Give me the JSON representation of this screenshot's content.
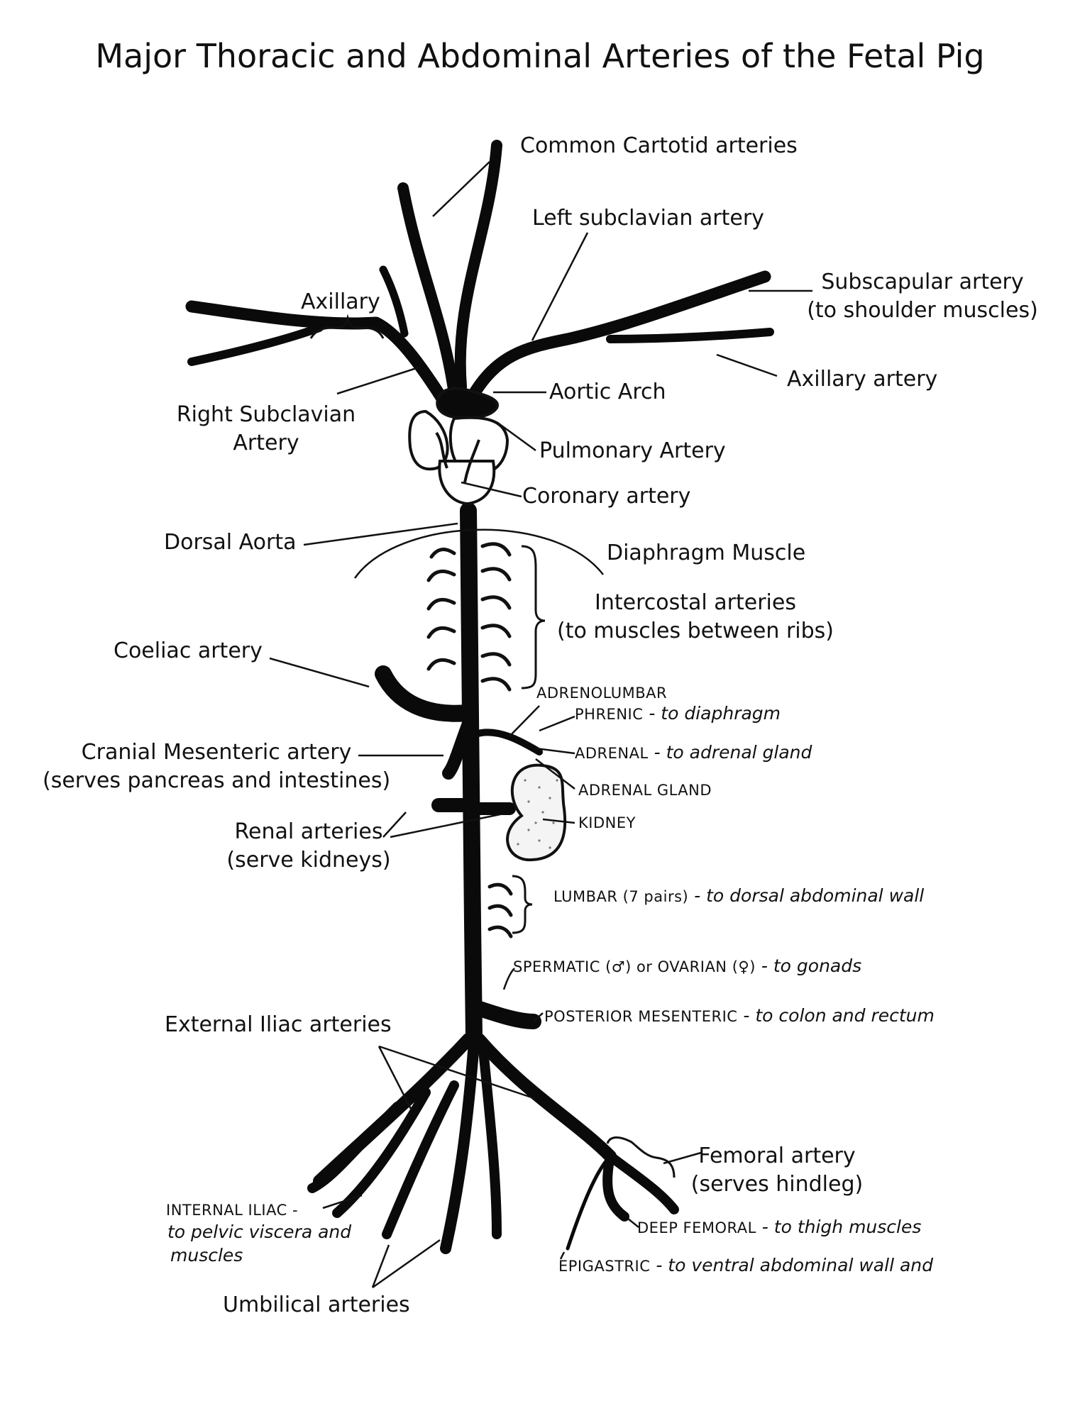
{
  "title": "Major Thoracic and Abdominal Arteries of the Fetal Pig",
  "labels": {
    "common_carotid": "Common Cartotid arteries",
    "left_subclavian": "Left subclavian artery",
    "subscapular_1": "Subscapular artery",
    "subscapular_2": "(to shoulder muscles)",
    "axillary": "Axillary",
    "axillary_artery": "Axillary artery",
    "aortic_arch": "Aortic Arch",
    "right_subclavian_1": "Right Subclavian",
    "right_subclavian_2": "Artery",
    "pulmonary": "Pulmonary Artery",
    "coronary": "Coronary artery",
    "dorsal_aorta": "Dorsal Aorta",
    "diaphragm": "Diaphragm Muscle",
    "intercostal_1": "Intercostal arteries",
    "intercostal_2": "(to muscles between ribs)",
    "coeliac": "Coeliac artery",
    "cranial_mesenteric_1": "Cranial Mesenteric artery",
    "cranial_mesenteric_2": "(serves pancreas and intestines)",
    "renal_1": "Renal arteries",
    "renal_2": "(serve kidneys)",
    "external_iliac": "External Iliac arteries",
    "femoral_1": "Femoral artery",
    "femoral_2": "(serves hindleg)",
    "umbilical": "Umbilical arteries"
  },
  "handwritten": {
    "adrenolumbar": "ADRENOLUMBAR",
    "phrenic": "PHRENIC",
    "phrenic_desc": " -  to diaphragm",
    "adrenal": "ADRENAL",
    "adrenal_desc": " - to adrenal gland",
    "adrenal_gland": "ADRENAL GLAND",
    "kidney": "KIDNEY",
    "lumbar": "LUMBAR (7 pairs)",
    "lumbar_desc": " -  to dorsal abdominal wall",
    "spermatic": "SPERMATIC (♂) or OVARIAN (♀)",
    "spermatic_desc": " - to gonads",
    "posterior_mesenteric": "POSTERIOR MESENTERIC",
    "posterior_mesenteric_desc": " -  to colon and rectum",
    "internal_iliac_1": "INTERNAL  ILIAC -",
    "internal_iliac_2": "to pelvic viscera and",
    "internal_iliac_3": "muscles",
    "deep_femoral": "DEEP FEMORAL",
    "deep_femoral_desc": " -  to thigh muscles",
    "epigastric": "EPIGASTRIC",
    "epigastric_desc": " -  to ventral abdominal wall and"
  }
}
